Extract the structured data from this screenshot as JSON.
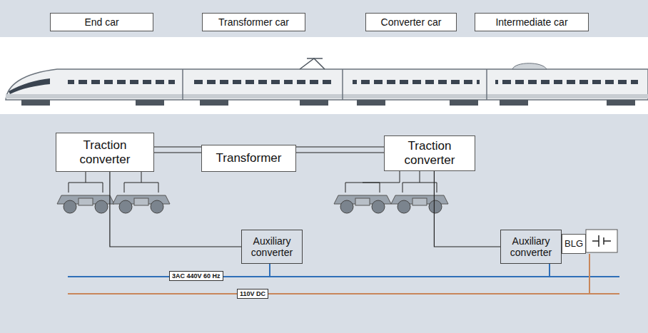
{
  "diagram": {
    "nodes": [
      {
        "text": [
          "End car"
        ]
      },
      {
        "text": [
          "Transformer car"
        ]
      },
      {
        "text": [
          "Converter car"
        ]
      },
      {
        "text": [
          "Intermediate car"
        ]
      },
      {
        "text": [
          "Traction converter"
        ]
      },
      {
        "text": [
          "Transformer"
        ]
      },
      {
        "text": [
          "Traction converter"
        ]
      },
      {
        "text": [
          "Auxiliary converter"
        ]
      },
      {
        "text": [
          "Auxiliary converter"
        ]
      },
      {
        "text": [
          "BLG"
        ]
      }
    ],
    "edges": [
      {
        "from": 4,
        "to": 5,
        "arrow": "none"
      },
      {
        "from": 5,
        "to": 6,
        "arrow": "none"
      },
      {
        "from": 4,
        "to": 7,
        "arrow": "none"
      },
      {
        "from": 6,
        "to": 8,
        "arrow": "none"
      }
    ],
    "labels": [
      "3AC 440V 60 Hz",
      "110V DC"
    ]
  }
}
